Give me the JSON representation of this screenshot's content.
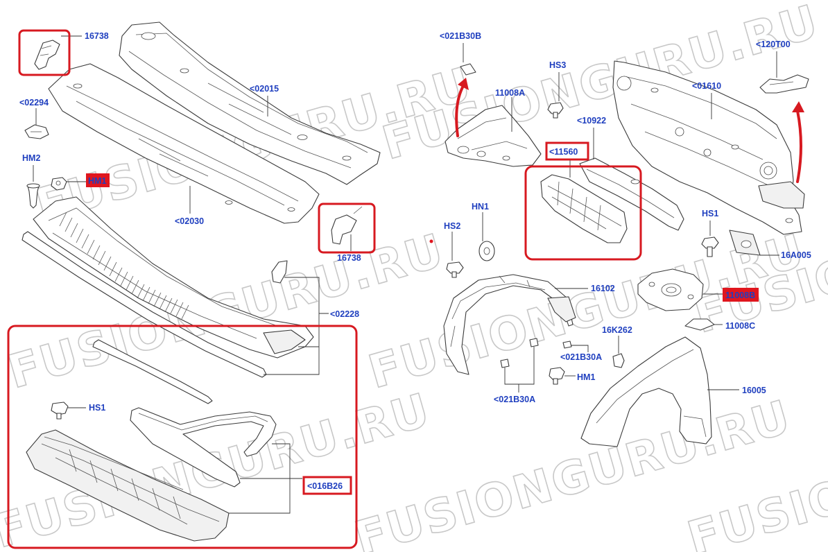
{
  "watermark": {
    "text": "FUSIONGURU.RU",
    "text_alt": "FUSIONGURU.RU"
  },
  "labels": {
    "p16738_top": "16738",
    "p02294": "<02294",
    "p02015": "<02015",
    "hm2": "HM2",
    "hm1_left": "HM1",
    "p02030": "<02030",
    "p16738_mid": "16738",
    "p02228": "<02228",
    "hs1_left": "HS1",
    "p016b26": "<016B26",
    "p021b30b": "<021B30B",
    "hs3": "HS3",
    "p11008a": "11008A",
    "p10922": "<10922",
    "p11560": "<11560",
    "hn1": "HN1",
    "hs2": "HS2",
    "p01610": "<01610",
    "p120t00": "<120T00",
    "hs1_right": "HS1",
    "p16a005": "16A005",
    "p16102": "16102",
    "p11008b": "11008B",
    "p11008c": "11008C",
    "p16k262": "16K262",
    "p021b30a_1": "<021B30A",
    "hm1_right": "HM1",
    "p021b30a_2": "<021B30A",
    "p16005": "16005"
  },
  "colors": {
    "label_blue": "#1f3fbf",
    "highlight_red": "#d71920",
    "line": "#3a3a3a"
  }
}
